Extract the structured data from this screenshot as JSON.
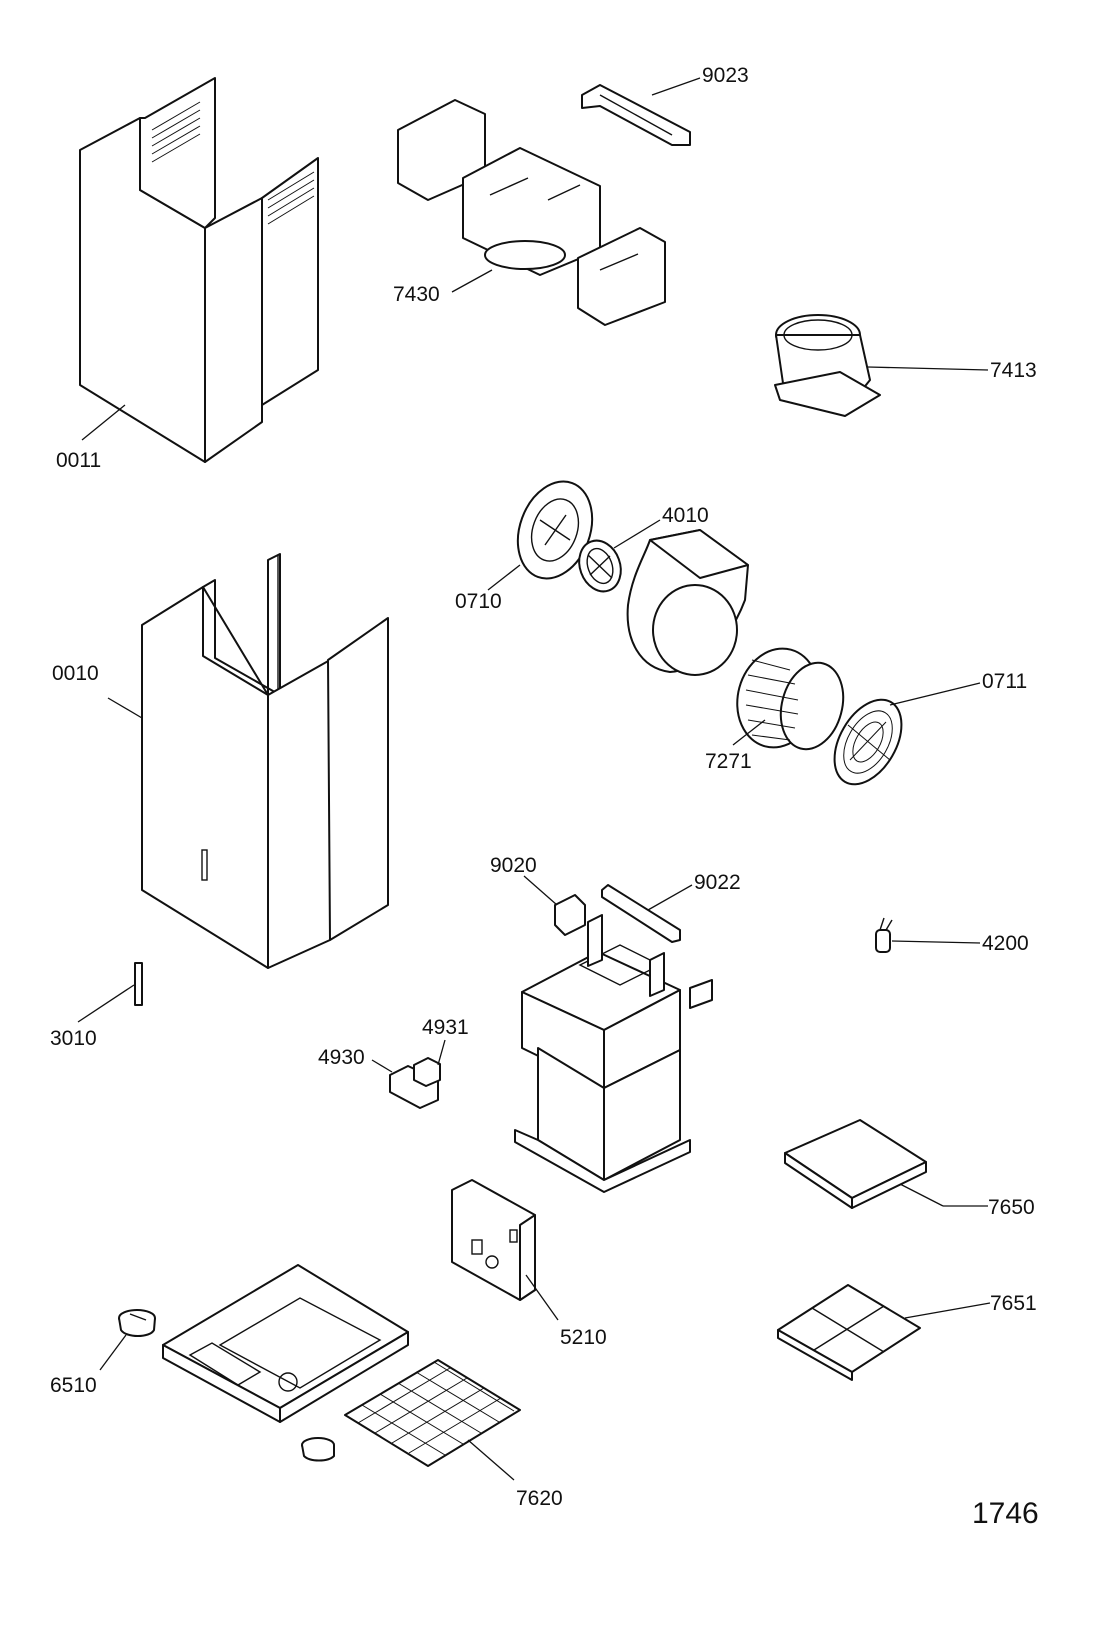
{
  "diagram": {
    "parts": [
      {
        "id": "0011",
        "label": "0011"
      },
      {
        "id": "9023",
        "label": "9023"
      },
      {
        "id": "7430",
        "label": "7430"
      },
      {
        "id": "7413",
        "label": "7413"
      },
      {
        "id": "4010",
        "label": "4010"
      },
      {
        "id": "0710",
        "label": "0710"
      },
      {
        "id": "0010",
        "label": "0010"
      },
      {
        "id": "0711",
        "label": "0711"
      },
      {
        "id": "7271",
        "label": "7271"
      },
      {
        "id": "9020",
        "label": "9020"
      },
      {
        "id": "9022",
        "label": "9022"
      },
      {
        "id": "4200",
        "label": "4200"
      },
      {
        "id": "3010",
        "label": "3010"
      },
      {
        "id": "4931",
        "label": "4931"
      },
      {
        "id": "4930",
        "label": "4930"
      },
      {
        "id": "7650",
        "label": "7650"
      },
      {
        "id": "7651",
        "label": "7651"
      },
      {
        "id": "5210",
        "label": "5210"
      },
      {
        "id": "6510",
        "label": "6510"
      },
      {
        "id": "7620",
        "label": "7620"
      }
    ],
    "page_code": "1746"
  }
}
